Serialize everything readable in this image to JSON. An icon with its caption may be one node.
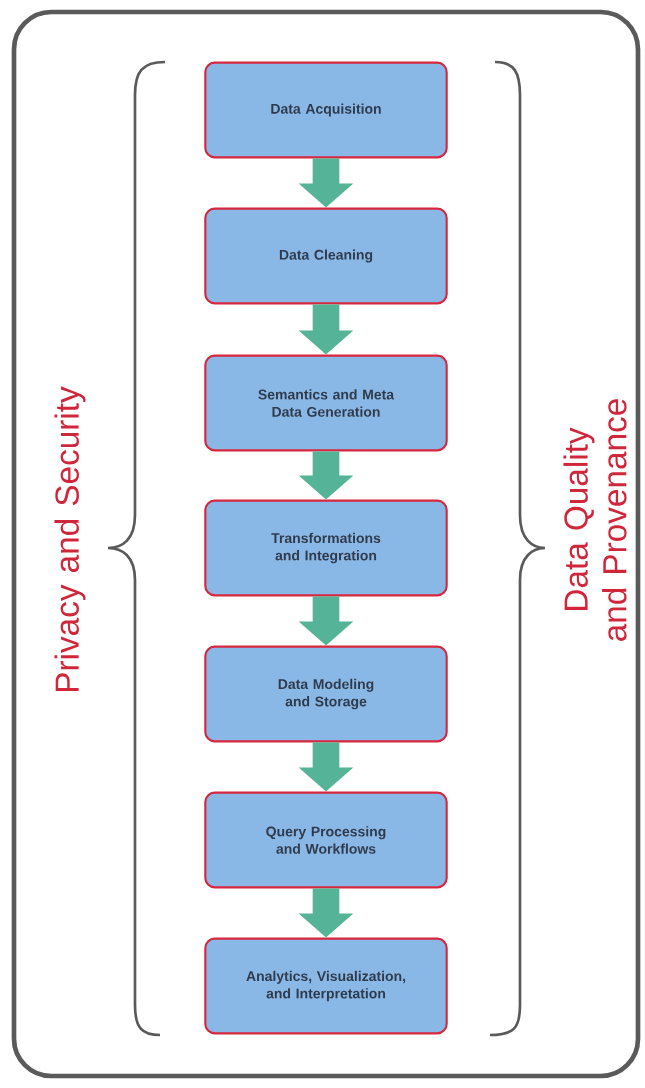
{
  "diagram": {
    "nodes": [
      {
        "text": [
          "Data Acquisition"
        ]
      },
      {
        "text": [
          "Data Cleaning"
        ]
      },
      {
        "text": [
          "Semantics and Meta Data Generation"
        ]
      },
      {
        "text": [
          "Transformations and Integration"
        ]
      },
      {
        "text": [
          "Data Modeling and Storage"
        ]
      },
      {
        "text": [
          "Query Processing and Workflows"
        ]
      },
      {
        "text": [
          "Analytics, Visualization, and Interpretation"
        ]
      }
    ],
    "edges": [
      {
        "from": 0,
        "to": 1,
        "arrow": "to"
      },
      {
        "from": 1,
        "to": 2,
        "arrow": "to"
      },
      {
        "from": 2,
        "to": 3,
        "arrow": "to"
      },
      {
        "from": 3,
        "to": 4,
        "arrow": "to"
      },
      {
        "from": 4,
        "to": 5,
        "arrow": "to"
      },
      {
        "from": 5,
        "to": 6,
        "arrow": "to"
      }
    ],
    "labels": [
      "Privacy and Security",
      "Data Quality and Provenance"
    ]
  }
}
